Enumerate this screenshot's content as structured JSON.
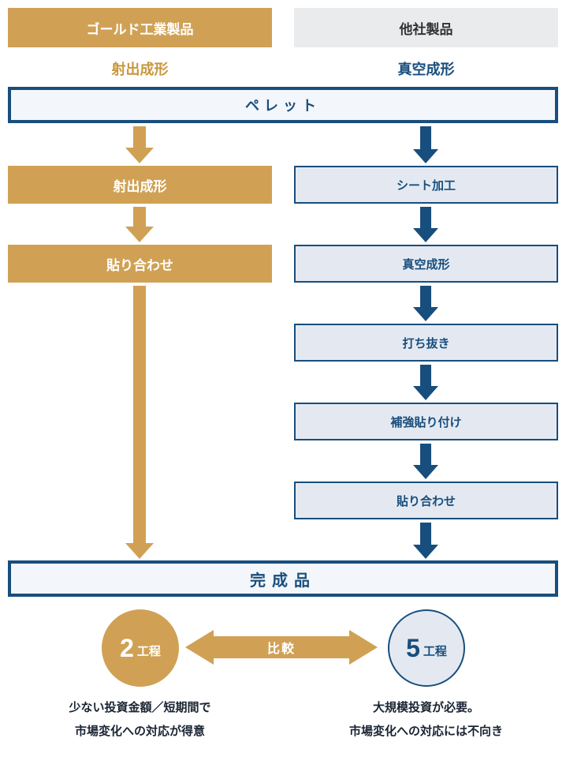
{
  "colors": {
    "gold": "#d0a155",
    "navy": "#184e7d",
    "blue_box_fill": "#e4e9f1",
    "panel_fill": "#f3f6fa",
    "header_gray": "#e9ebed"
  },
  "headers": {
    "left": "ゴールド工業製品",
    "right": "他社製品"
  },
  "method_labels": {
    "left": "射出成形",
    "right": "真空成形"
  },
  "start_box": "ペレット",
  "left_steps": [
    "射出成形",
    "貼り合わせ"
  ],
  "right_steps": [
    "シート加工",
    "真空成形",
    "打ち抜き",
    "補強貼り付け",
    "貼り合わせ"
  ],
  "end_box": "完成品",
  "comparison": {
    "left_count": "2",
    "left_unit": "工程",
    "right_count": "5",
    "right_unit": "工程",
    "arrow_label": "比較"
  },
  "captions": {
    "left_line1": "少ない投資金額／短期間で",
    "left_line2": "市場変化への対応が得意",
    "right_line1": "大規模投資が必要。",
    "right_line2": "市場変化への対応には不向き"
  }
}
